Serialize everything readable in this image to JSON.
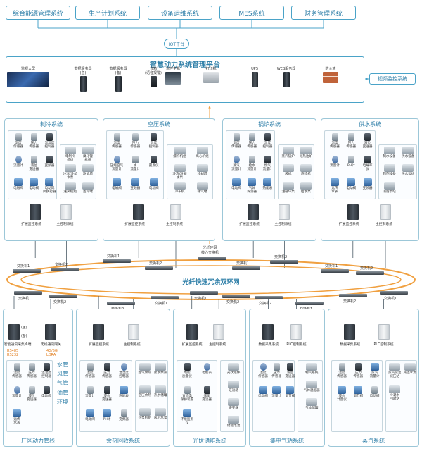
{
  "top_systems": [
    "综合能源管理系统",
    "生产计划系统",
    "设备运维系统",
    "MES系统",
    "财务管理系统"
  ],
  "iot_label": "IOT平台",
  "platform": {
    "title": "智慧动力系统管理平台",
    "items": [
      {
        "label": "监视大屏",
        "icon": "video-wall-icon"
      },
      {
        "label": "数据服务器\n(主)",
        "icon": "server-icon"
      },
      {
        "label": "数据服务器\n(备)",
        "icon": "server-icon"
      },
      {
        "label": "音箱\n(语音报警)",
        "icon": "speaker-icon"
      },
      {
        "label": "监控主机",
        "icon": "workstation-icon"
      },
      {
        "label": "打印机",
        "icon": "printer-icon"
      },
      {
        "label": "UPS",
        "icon": "ups-icon"
      },
      {
        "label": "WEB服务器",
        "icon": "server-icon"
      },
      {
        "label": "防火墙",
        "icon": "firewall-icon"
      }
    ]
  },
  "video_system": "视频监控系统",
  "top_subsystems": [
    {
      "title": "制冷系统",
      "devices": [
        "温度\n传感器",
        "压力\n传感器",
        "温湿度\n控制器",
        "流量计",
        "液位\n变送器",
        "变频器",
        "电磁阀",
        "电动阀",
        "电动风\n阀执行器"
      ],
      "equipment": [
        "电制冷\n机组",
        "溴化锂\n机组",
        "冷冻/冷却\n水泵",
        "冷却塔",
        "送风机组",
        "蓄冷罐"
      ],
      "cabinets": [
        "扩展监控系统",
        "主控制系统"
      ]
    },
    {
      "title": "空压系统",
      "devices": [
        "温度\n传感器",
        "压力\n传感器",
        "温度\n控制器",
        "压缩空气\n流量计",
        "水\n流量计",
        "露点仪",
        "电磁阀",
        "变频器",
        "电动阀"
      ],
      "equipment": [
        "螺杆机组",
        "离心机组",
        "冷冻/冷却\n水泵",
        "冷却塔",
        "冷干机",
        "储气罐"
      ],
      "cabinets": [
        "扩展监控系统",
        "主控制系统"
      ]
    },
    {
      "title": "锅炉系统",
      "devices": [
        "温度\n传感器",
        "压力\n传感器",
        "温度\n控制器",
        "蒸汽\n流量计",
        "给水\n流量计",
        "燃气\n流量计",
        "电动阀",
        "气体\n探测器",
        "热能表"
      ],
      "equipment": [
        "蒸汽锅炉",
        "导热油炉",
        "风机",
        "燃烧机",
        "油循环泵",
        "给水泵"
      ],
      "cabinets": [
        "扩展监控系统",
        "主控制系统"
      ]
    },
    {
      "title": "供水系统",
      "devices": [
        "温度\n传感器",
        "压力\n传感器",
        "液位\n变送器",
        "流量计",
        "PH计",
        "电导率\n仪",
        "远传\n水表",
        "电动阀",
        "变频器"
      ],
      "equipment": [
        "制水设备",
        "供水设备",
        "药剂设备",
        "供水泵组",
        "消防泵站"
      ],
      "cabinets": [
        "扩展监控系统",
        "主控制系统"
      ]
    }
  ],
  "bottom_subsystems": [
    {
      "title": "厂区动力管线",
      "devices": [
        "温度\n传感器",
        "压力\n传感器",
        "温湿度\n控制器",
        "流量计",
        "液位\n变送器",
        "电动阀",
        "远传\n水表"
      ],
      "cabinets": [
        "智能通讯采集终端",
        "无线通讯网关"
      ],
      "side_labels": [
        "RS485",
        "RS232",
        "4G/5G",
        "LORA"
      ],
      "pipes": [
        "水管",
        "风管",
        "气管",
        "油管",
        "环境"
      ],
      "extra": [
        "(主)",
        "(备)"
      ]
    },
    {
      "title": "余热回收系统",
      "devices": [
        "温度\n传感器",
        "压力\n传感器",
        "温湿度\n控制器",
        "流量计",
        "液位\n变送器",
        "热能表",
        "电动阀",
        "PH计",
        "变频器"
      ],
      "equipment": [
        "烟气余热",
        "废水余热",
        "空压余热",
        "热水储罐",
        "热泵机组",
        "风机水泵"
      ],
      "cabinets": [
        "扩展监控系统",
        "主控制系统"
      ]
    },
    {
      "title": "光伏储能系统",
      "devices": [
        "电能\n质量仪",
        "电能表",
        "直流电\n保护装置",
        "储能\n变流器",
        "环境监测仪"
      ],
      "equipment": [
        "光伏组件",
        "汇流箱",
        "逆变器",
        "储能电池"
      ],
      "cabinets": [
        "扩展监控系统",
        "主控制系统"
      ]
    },
    {
      "title": "集中气站系统",
      "devices": [
        "温度\n传感器",
        "压力\n传感器",
        "液位\n变送器",
        "电动阀",
        "流量计",
        "调节阀"
      ],
      "equipment": [
        "制气系统",
        "气体混配器",
        "气体储罐"
      ],
      "cabinets": [
        "数据采集系统",
        "PLC控制系统"
      ]
    },
    {
      "title": "蒸汽系统",
      "devices": [
        "温度\n传感器",
        "压力\n传感器",
        "蒸汽\n流量计",
        "液位\n计量仪",
        "调节阀",
        "电动阀"
      ],
      "equipment": [
        "蒸汽减温\n减压站",
        "减温水源",
        "冷凝水\n回收站"
      ],
      "cabinets": [
        "数据采集系统",
        "PLC控制系统"
      ]
    }
  ],
  "network": {
    "ring_label": "光纤快速冗余双环网",
    "core_switch": "光纤环网\n核心交换机",
    "switch1": "交换机1",
    "switch2": "交换机2"
  }
}
